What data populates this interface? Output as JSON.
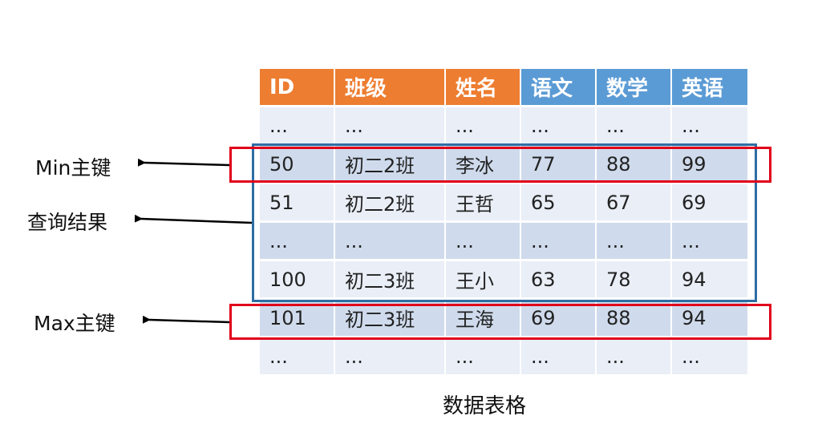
{
  "colors": {
    "header_orange": "#ED7D31",
    "header_blue": "#5B9BD5",
    "row_dark": "#CFDBEC",
    "row_light": "#E9EEF7",
    "cell_gap": "#ffffff",
    "min_max_box": "#E0001B",
    "result_box": "#2E6DA4"
  },
  "table": {
    "headers": [
      "ID",
      "班级",
      "姓名",
      "语文",
      "数学",
      "英语"
    ],
    "header_colors": [
      "orange",
      "orange",
      "orange",
      "blue",
      "blue",
      "blue"
    ],
    "rows": [
      [
        "...",
        "...",
        "...",
        "...",
        "...",
        "..."
      ],
      [
        "50",
        "初二2班",
        "李冰",
        "77",
        "88",
        "99"
      ],
      [
        "51",
        "初二2班",
        "王哲",
        "65",
        "67",
        "69"
      ],
      [
        "...",
        "...",
        "...",
        "...",
        "...",
        "..."
      ],
      [
        "100",
        "初二3班",
        "王小",
        "63",
        "78",
        "94"
      ],
      [
        "101",
        "初二3班",
        "王海",
        "69",
        "88",
        "94"
      ],
      [
        "...",
        "...",
        "...",
        "...",
        "...",
        "..."
      ]
    ]
  },
  "labels": {
    "min_key": "Min主键",
    "query_result": "查询结果",
    "max_key": "Max主键"
  },
  "caption": "数据表格"
}
